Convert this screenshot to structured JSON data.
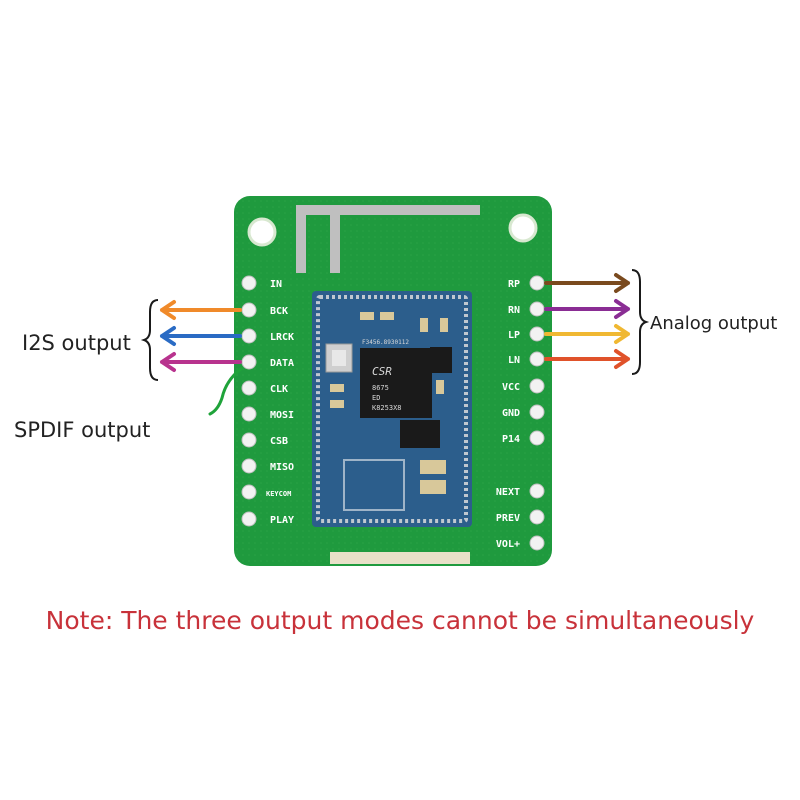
{
  "labels": {
    "i2s": "I2S output",
    "spdif": "SPDIF output",
    "analog": "Analog output"
  },
  "left_pins": [
    "IN",
    "BCK",
    "LRCK",
    "DATA",
    "CLK",
    "MOSI",
    "CSB",
    "MISO",
    "KEYCOM",
    "PLAY"
  ],
  "right_pins": [
    "RP",
    "RN",
    "LP",
    "LN",
    "VCC",
    "GND",
    "P14",
    "NEXT",
    "PREV",
    "VOL+"
  ],
  "chip": {
    "logo": "CSR",
    "line1": "8675",
    "line2": "ED",
    "line3": "K8253X8",
    "top_code": "F3456.8930112"
  },
  "arrow_colors": {
    "bck": "#f08a2a",
    "lrck": "#2a6bc4",
    "data": "#b8338e",
    "rp": "#7a4a1e",
    "rn": "#8a2d94",
    "lp": "#f0b832",
    "ln": "#e0522a"
  },
  "note": "Note: The three output modes cannot be simultaneously"
}
